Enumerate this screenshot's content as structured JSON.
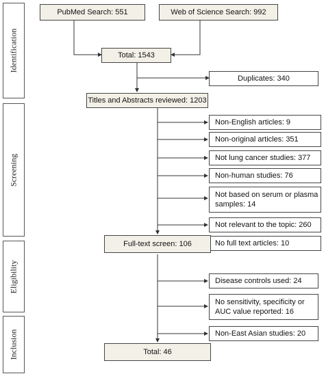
{
  "stages": {
    "identification": "Identification",
    "screening": "Screening",
    "eligibility": "Eligibility",
    "inclusion": "Inclusion"
  },
  "boxes": {
    "pubmed": "PubMed Search: 551",
    "wos": "Web of Science Search: 992",
    "total_initial": "Total: 1543",
    "duplicates": "Duplicates: 340",
    "titles_abstracts": "Titles and Abstracts reviewed: 1203",
    "full_text": "Full-text screen: 106",
    "total_final": "Total: 46"
  },
  "exclusions_screening": [
    "Non-English articles: 9",
    "Non-original articles: 351",
    "Not lung cancer studies: 377",
    "Non-human studies: 76",
    "Not based on serum or plasma samples: 14",
    "Not relevant to the topic: 260",
    "No full text articles: 10"
  ],
  "exclusions_eligibility": [
    "Disease controls used: 24",
    "No sensitivity, specificity or AUC value reported: 16",
    "Non-East Asian studies: 20"
  ],
  "colors": {
    "box_fill": "#f2f0e7",
    "line": "#333333"
  }
}
